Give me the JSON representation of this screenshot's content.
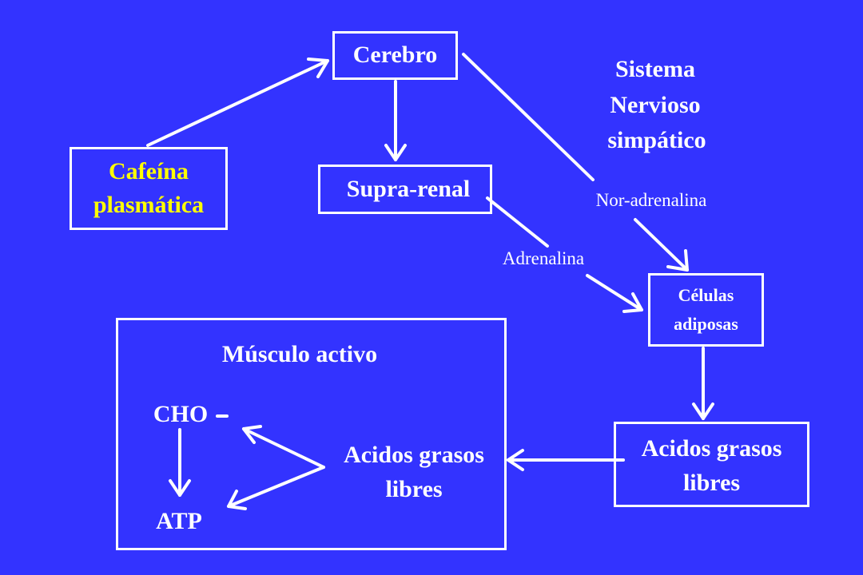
{
  "nodes": {
    "cerebro": "Cerebro",
    "cafeina_line1": "Cafeína",
    "cafeina_line2": "plasmática",
    "supra_renal": "Supra-renal",
    "sistema_line1": "Sistema",
    "sistema_line2": "Nervioso",
    "sistema_line3": "simpático",
    "celulas_line1": "Células",
    "celulas_line2": "adiposas",
    "acidos_right_line1": "Acidos grasos",
    "acidos_right_line2": "libres",
    "musculo_title": "Músculo activo",
    "cho": "CHO",
    "atp": "ATP",
    "acidos_inner_line1": "Acidos grasos",
    "acidos_inner_line2": "libres"
  },
  "edge_labels": {
    "nor_adrenalina": "Nor-adrenalina",
    "adrenalina": "Adrenalina"
  },
  "colors": {
    "background": "#3333ff",
    "line": "#ffffff",
    "highlight_text": "#ffff00"
  }
}
